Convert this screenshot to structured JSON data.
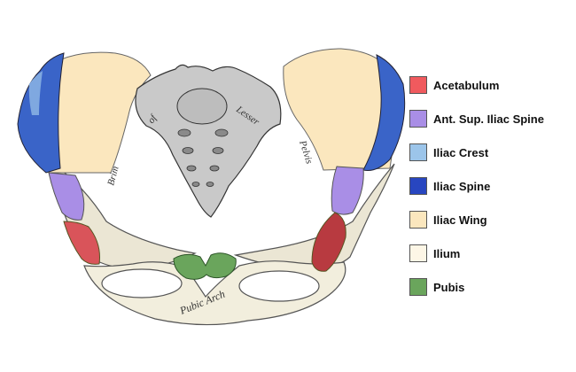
{
  "figure": {
    "engraved_labels": {
      "brim": "Brim",
      "of": "of",
      "lesser": "Lesser",
      "pelvis": "Pelvis",
      "pubic_arch": "Pubic Arch"
    }
  },
  "legend": {
    "items": [
      {
        "label": "Acetabulum",
        "color": "#f05a5e"
      },
      {
        "label": "Ant. Sup. Iliac Spine",
        "color": "#a98ee6"
      },
      {
        "label": "Iliac Crest",
        "color": "#9cc5ea"
      },
      {
        "label": "Iliac Spine",
        "color": "#2846c0"
      },
      {
        "label": "Iliac Wing",
        "color": "#fbe7be"
      },
      {
        "label": "Ilium",
        "color": "#fdf6e6"
      },
      {
        "label": "Pubis",
        "color": "#6aa55c"
      }
    ]
  }
}
